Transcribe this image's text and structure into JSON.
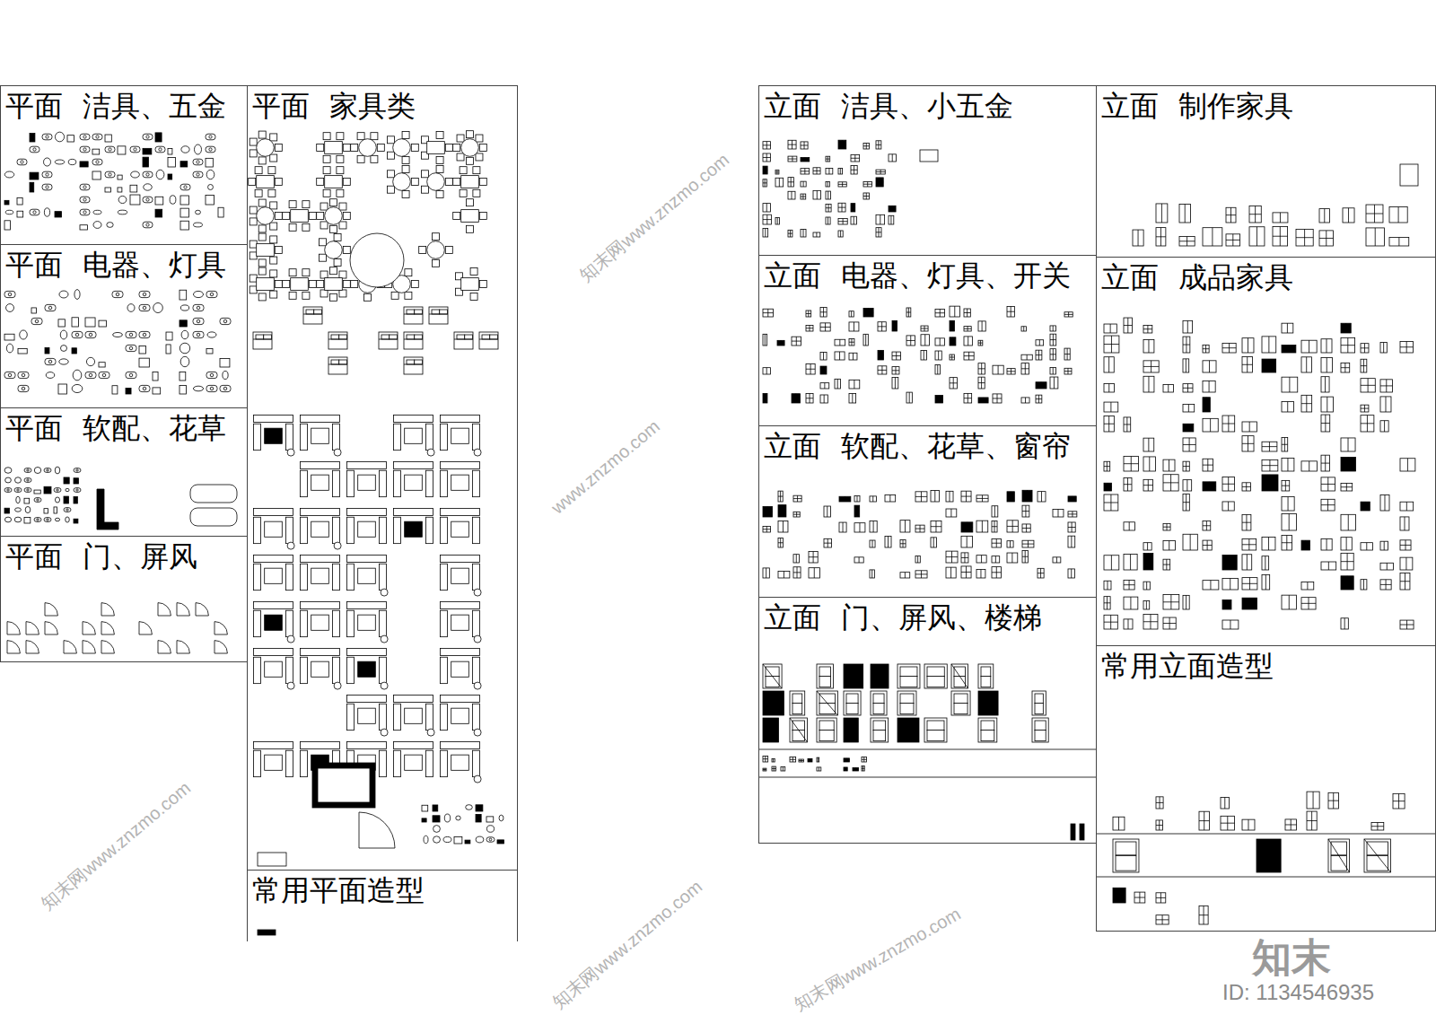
{
  "diagram": {
    "nodes": [
      {
        "text": [
          "平面 洁具、五金"
        ]
      },
      {
        "text": [
          "平面 家具类"
        ]
      },
      {
        "text": [
          "平面 电器、灯具"
        ]
      },
      {
        "text": [
          "平面 软配、花草"
        ]
      },
      {
        "text": [
          "平面 门、屏风"
        ]
      },
      {
        "text": [
          "常用平面造型"
        ]
      },
      {
        "text": [
          "立面 洁具、小五金"
        ]
      },
      {
        "text": [
          "立面 制作家具"
        ]
      },
      {
        "text": [
          "立面 电器、灯具、开关"
        ]
      },
      {
        "text": [
          "立面 成品家具"
        ]
      },
      {
        "text": [
          "立面 软配、花草、窗帘"
        ]
      },
      {
        "text": [
          "立面 门、屏风、楼梯"
        ]
      },
      {
        "text": [
          "常用立面造型"
        ]
      }
    ],
    "labels": [
      "知末网www.znzmo.com",
      "www.znzmo.com",
      "知末网www.znzmo.com",
      "知末网www.znzmo.com",
      "知末网www.znzmo.com",
      "知末",
      "ID: 1134546935"
    ]
  }
}
